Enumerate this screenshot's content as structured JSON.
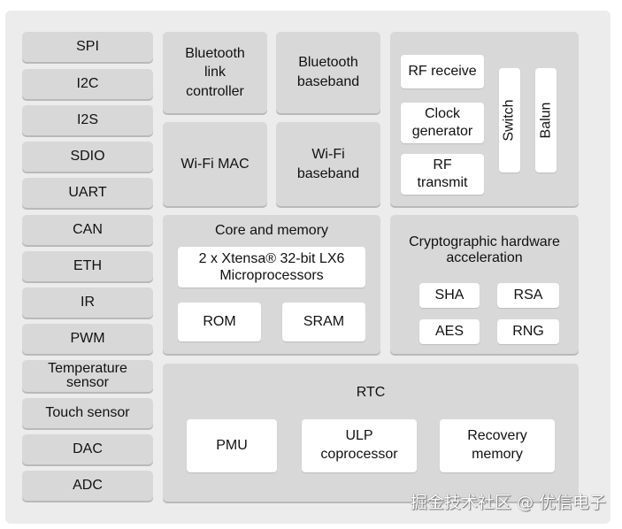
{
  "left_column": [
    "SPI",
    "I2C",
    "I2S",
    "SDIO",
    "UART",
    "CAN",
    "ETH",
    "IR",
    "PWM",
    "Temperature\nsensor",
    "Touch sensor",
    "DAC",
    "ADC"
  ],
  "bluetooth_link_controller": "Bluetooth\nlink\ncontroller",
  "bluetooth_baseband": "Bluetooth\nbaseband",
  "wifi_mac": "Wi-Fi MAC",
  "wifi_baseband": "Wi-Fi\nbaseband",
  "rf": {
    "receive": "RF receive",
    "clock": "Clock\ngenerator",
    "transmit": "RF\ntransmit",
    "switch": "Switch",
    "balun": "Balun"
  },
  "core": {
    "title": "Core and memory",
    "processor": "2 x Xtensa® 32-bit LX6\nMicroprocessors",
    "rom": "ROM",
    "sram": "SRAM"
  },
  "crypto": {
    "title": "Cryptographic hardware\nacceleration",
    "sha": "SHA",
    "rsa": "RSA",
    "aes": "AES",
    "rng": "RNG"
  },
  "rtc": {
    "title": "RTC",
    "pmu": "PMU",
    "ulp": "ULP\ncoprocessor",
    "recovery": "Recovery\nmemory"
  },
  "watermark": "掘金技术社区 @ 优信电子"
}
